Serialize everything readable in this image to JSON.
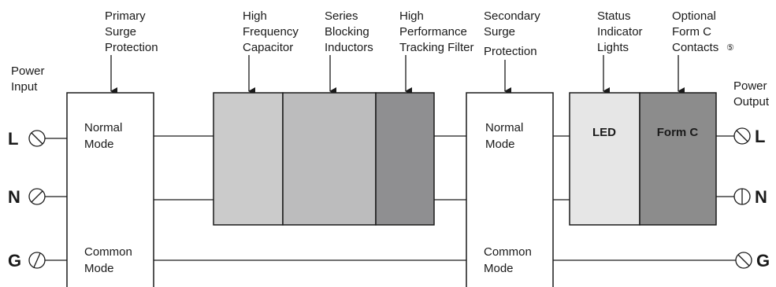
{
  "top_labels": {
    "primary_surge": [
      "Primary",
      "Surge",
      "Protection"
    ],
    "hf_capacitor": [
      "High",
      "Frequency",
      "Capacitor"
    ],
    "series_inductors": [
      "Series",
      "Blocking",
      "Inductors"
    ],
    "tracking_filter": [
      "High",
      "Performance",
      "Tracking Filter"
    ],
    "secondary_surge": [
      "Secondary",
      "Surge",
      "Protection"
    ],
    "status_lights": [
      "Status",
      "Indicator",
      "Lights"
    ],
    "form_c": [
      "Optional",
      "Form C",
      "Contacts"
    ],
    "form_c_note": "⑤"
  },
  "power_input": [
    "Power",
    "Input"
  ],
  "power_output": [
    "Power",
    "Output"
  ],
  "terminals": {
    "line": "L",
    "neutral": "N",
    "ground": "G"
  },
  "primary_block": {
    "normal_mode": [
      "Normal",
      "Mode"
    ],
    "common_mode": [
      "Common",
      "Mode"
    ]
  },
  "secondary_block": {
    "normal_mode": [
      "Normal",
      "Mode"
    ],
    "common_mode": [
      "Common",
      "Mode"
    ]
  },
  "led_label": "LED",
  "form_c_label": "Form C",
  "colors": {
    "hf_capacitor": "#cbcbcb",
    "series_inductors": "#bcbcbd",
    "tracking_filter": "#8f8f91",
    "led": "#e6e6e6",
    "form_c": "#8c8c8c"
  }
}
